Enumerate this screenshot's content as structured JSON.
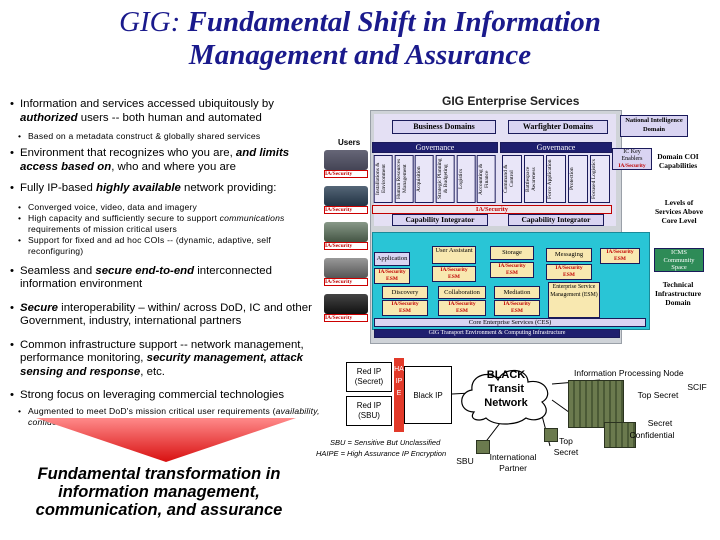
{
  "title": {
    "line1_prefix": "GIG:",
    "line1_rest": " Fundamental Shift in Information",
    "line2": "Management and Assurance"
  },
  "bullets": {
    "b1_a": "Information and services accessed ubiquitously by ",
    "b1_b": "authorized",
    "b1_c": " users -- both human and automated",
    "b1_sub1": "Based on a metadata construct & globally shared services",
    "b2_a": "Environment that recognizes who you are, ",
    "b2_b": "and limits access based on",
    "b2_c": ", who and where you are",
    "b3_a": "Fully IP-based ",
    "b3_b": "highly available",
    "b3_c": " network providing:",
    "b3_sub1": "Converged voice, video, data and imagery",
    "b3_sub2_a": "High capacity and sufficiently secure to support ",
    "b3_sub2_b": "communications",
    "b3_sub2_c": " requirements of mission critical users",
    "b3_sub3": "Support for fixed and ad hoc COIs -- (dynamic, adaptive, self reconfiguring)",
    "b4_a": "Seamless and ",
    "b4_b": "secure end-to-end",
    "b4_c": " interconnected information environment",
    "b5_a": "Secure",
    "b5_b": " interoperability – within/ across DoD, IC and other Government, industry, international partners",
    "b6_a": "Common infrastructure support -- network management, performance monitoring, ",
    "b6_b": "security management, attack sensing and response",
    "b6_c": ", etc.",
    "b7": "Strong focus on leveraging commercial technologies",
    "b7_sub1_a": "Augmented to meet DoD's mission critical user requirements (",
    "b7_sub1_b": "availability, confidentiality, integrity",
    "b7_sub1_c": ")"
  },
  "footer_title": "Fundamental transformation in information management, communication, and assurance",
  "diagram": {
    "title": "GIG Enterprise Services",
    "business_domains": "Business Domains",
    "warfighter_domains": "Warfighter Domains",
    "national_intel": "National Intelligence Domain",
    "users": "Users",
    "governance": "Governance",
    "ia_security": "IA/Security",
    "capability_integrator": "Capability Integrator",
    "ic_key_enablers": "IC Key Enablers",
    "domain_coi": "Domain COI Capabilities",
    "levels_of_services": "Levels of Services Above Core Level",
    "icms": "ICMS Community Space",
    "technical_infra": "Technical Infrastructure Domain",
    "application": "Application",
    "user_assistant": "User Assistant",
    "storage": "Storage",
    "messaging": "Messaging",
    "esm": "ESM",
    "discovery": "Discovery",
    "collaboration": "Collaboration",
    "mediation": "Mediation",
    "enterprise_svc_mgmt": "Enterprise Service Management (ESM)",
    "core_enterprise_services": "Core Enterprise Services (CES)",
    "transport_infra": "GIG Transport Environment & Computing Infrastructure",
    "red_ip_secret": "Red IP (Secret)",
    "red_ip_sbu": "Red IP (SBU)",
    "haipe": "HAIPE",
    "black_ip": "Black IP",
    "black_transit": "BLACK Transit Network",
    "info_processing_node": "Information Processing Node",
    "scif": "SCIF",
    "top_secret": "Top Secret",
    "secret": "Secret",
    "confidential": "Confidential",
    "sbu_def": "SBU = Sensitive But Unclassified",
    "haipe_def": "HAIPE = High Assurance IP Encryption",
    "sbu": "SBU",
    "international_partner": "International Partner",
    "top_secret2": "Top Secret",
    "gov_columns_left": [
      "Installations & Environment",
      "Human Resources Management",
      "Acquisition",
      "Strategic Planning & Budgeting",
      "Logistics",
      "Accounting & Finance"
    ],
    "gov_columns_right": [
      "Command & Control",
      "Battlespace Awareness",
      "Force Application",
      "Protection",
      "Focused Logistics"
    ]
  },
  "colors": {
    "title": "#1a1a8c",
    "navy_band": "#1e1e6e",
    "domain_box": "#d9d4f2",
    "red": "#c00000",
    "green": "#2e8b57",
    "cyan": "#29c5d6",
    "gray_panel": "#cfd3d8"
  }
}
